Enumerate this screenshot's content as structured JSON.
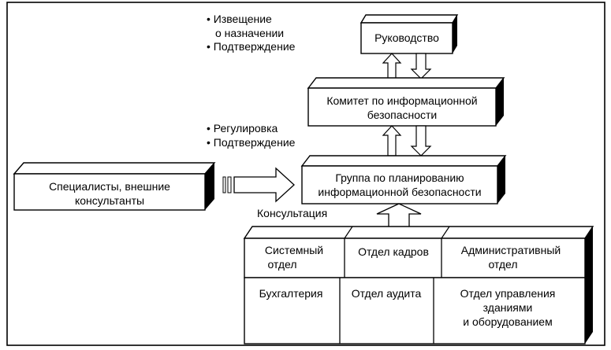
{
  "notes_top": {
    "line1": "• Извещение",
    "line2": "о назначении",
    "line3": "• Подтверждение"
  },
  "notes_mid": {
    "line1": "• Регулировка",
    "line2": "• Подтверждение"
  },
  "boxes": {
    "management": "Руководство",
    "committee_l1": "Комитет по информационной",
    "committee_l2": "безопасности",
    "planning_l1": "Группа по планированию",
    "planning_l2": "информационной безопасности",
    "specialists_l1": "Специалисты, внешние",
    "specialists_l2": "консультанты"
  },
  "consultation_label": "Консультация",
  "departments": {
    "system_l1": "Системный",
    "system_l2": "отдел",
    "hr": "Отдел кадров",
    "admin_l1": "Административный",
    "admin_l2": "отдел",
    "accounting": "Бухгалтерия",
    "audit": "Отдел аудита",
    "facilities_l1": "Отдел управления",
    "facilities_l2": "зданиями",
    "facilities_l3": "и оборудованием"
  }
}
